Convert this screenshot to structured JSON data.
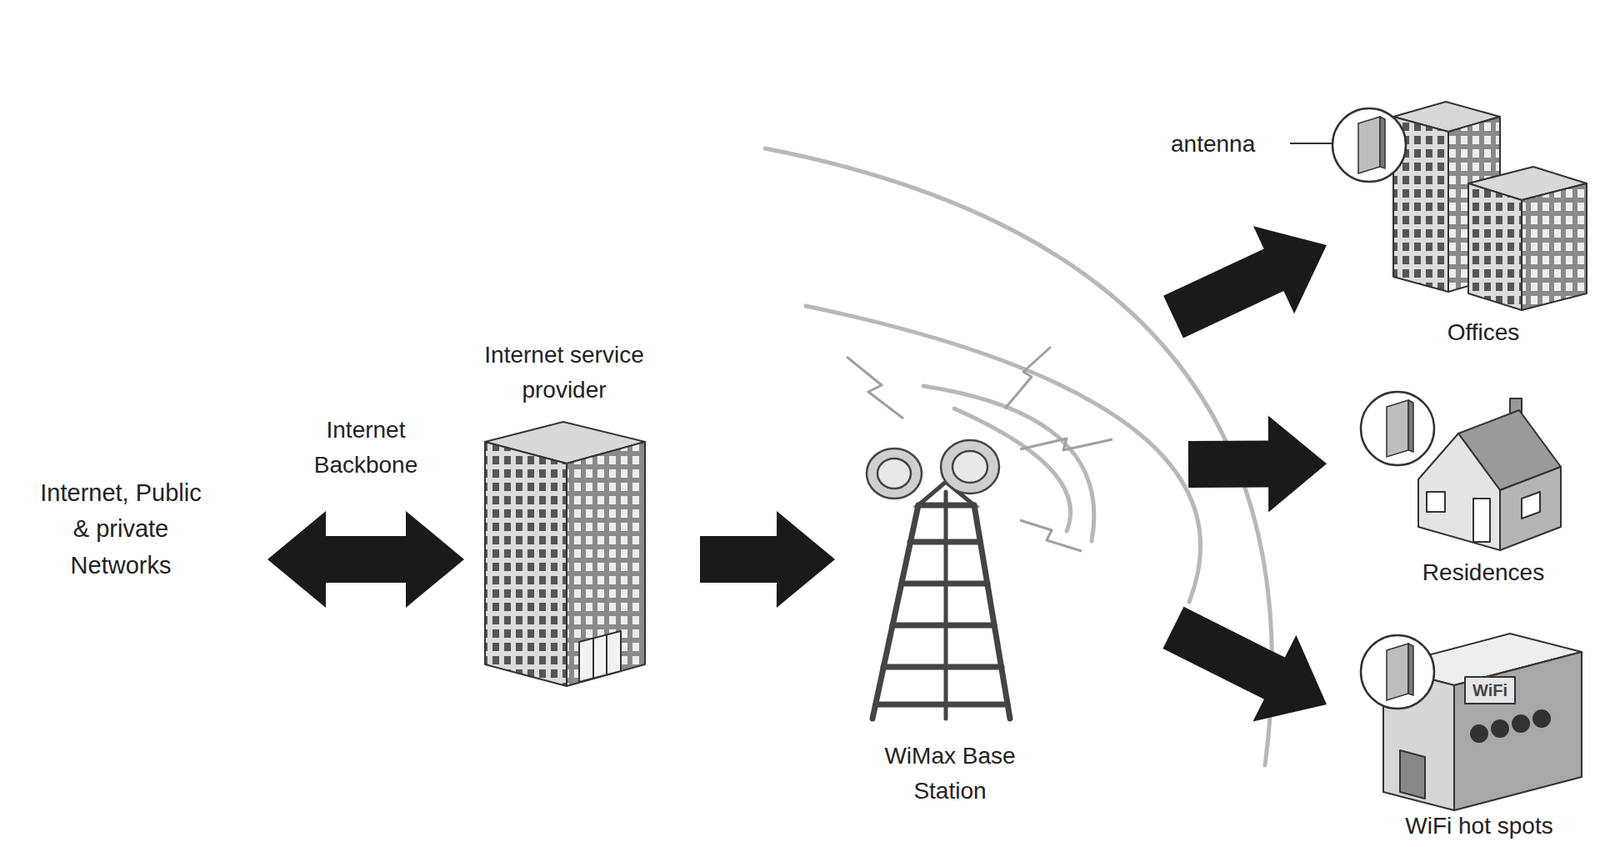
{
  "diagram": {
    "nodes": [
      {
        "text": [
          "Internet, Public & private Networks"
        ]
      },
      {
        "text": [
          "Internet service provider"
        ]
      },
      {
        "text": [
          "WiMax Base Station"
        ]
      },
      {
        "text": [
          "Offices"
        ]
      },
      {
        "text": [
          "Residences"
        ]
      },
      {
        "text": [
          "WiFi hot spots",
          "WiFi"
        ]
      }
    ],
    "edges": [
      {
        "from": 0,
        "to": 1,
        "arrow": "both",
        "label": "Internet Backbone"
      },
      {
        "from": 1,
        "to": 2,
        "arrow": "to"
      },
      {
        "from": 2,
        "to": 3,
        "arrow": "to"
      },
      {
        "from": 2,
        "to": 4,
        "arrow": "to"
      },
      {
        "from": 2,
        "to": 5,
        "arrow": "to"
      }
    ],
    "labels": [
      "antenna"
    ]
  }
}
